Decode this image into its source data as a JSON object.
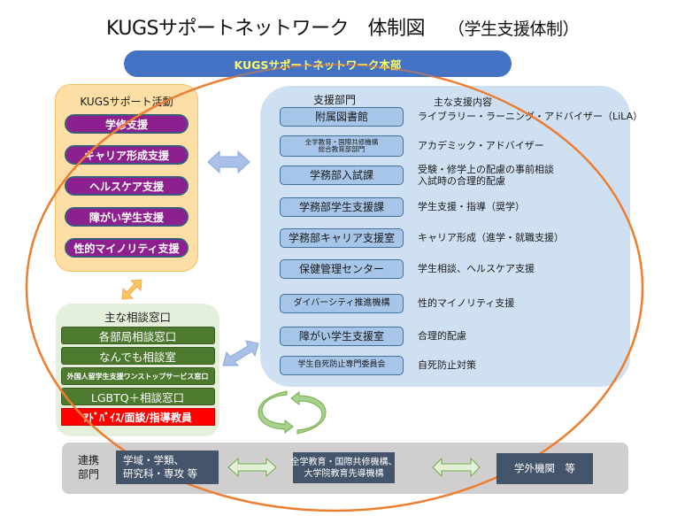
{
  "title": {
    "main": "KUGSサポートネットワーク　体制図",
    "sub": "（学生支援体制）"
  },
  "headquarters": "KUGSサポートネットワーク本部",
  "activities": {
    "header": "KUGSサポート活動",
    "items": [
      "学修支援",
      "キャリア形成支援",
      "ヘルスケア支援",
      "障がい学生支援",
      "性的マイノリティ支援"
    ]
  },
  "consultation": {
    "header": "主な相談窓口",
    "items": [
      "各部局相談窓口",
      "なんでも相談室",
      "外国人留学生支援ワンストップサービス窓口",
      "LGBTQ＋相談窓口"
    ],
    "highlight": "ｱﾄﾞﾊﾞｲｽ/面談/指導教員"
  },
  "departments": {
    "column_dept": "支援部門",
    "column_content": "主な支援内容",
    "rows": [
      {
        "dept": "附属図書館",
        "content": "ライブラリー・ラーニング・アドバイザー（LiLA）"
      },
      {
        "dept": "全学教育・国際共修機構\n総合教育部部門",
        "content": "アカデミック・アドバイザー"
      },
      {
        "dept": "学務部入試課",
        "content": "受験・修学上の配慮の事前相談\n入試時の合理的配慮"
      },
      {
        "dept": "学務部学生支援課",
        "content": "学生支援・指導（奨学）"
      },
      {
        "dept": "学務部キャリア支援室",
        "content": "キャリア形成（進学・就職支援）"
      },
      {
        "dept": "保健管理センター",
        "content": "学生相談、ヘルスケア支援"
      },
      {
        "dept": "ダイバーシティ推進機構",
        "content": "性的マイノリティ支援"
      },
      {
        "dept": "障がい学生支援室",
        "content": "合理的配慮"
      },
      {
        "dept": "学生自死防止専門委員会",
        "content": "自死防止対策"
      }
    ]
  },
  "collaboration": {
    "label": "連携\n部門",
    "nodes": [
      "学域・学類、\n研究科・専攻 等",
      "全学教育・国際共修機構、\n大学院教育先導機構",
      "学外機関　等"
    ]
  },
  "colors": {
    "hq": "#4472c4",
    "hq_text": "#ffff66",
    "activity_pill": "#8e1f8e",
    "consult_box": "#4e7a2f",
    "consult_highlight": "#ff0000",
    "dept_box": "#a6c5e8",
    "dept_panel": "#cfe0f2",
    "collab_node": "#44546a",
    "ellipse": "#ed7d31"
  },
  "icons": {
    "blue_double_arrow": "double-arrow",
    "orange_diag_arrow": "diagonal-double-arrow",
    "green_cycle": "cycle-arrows",
    "green_double_arrow": "double-arrow"
  }
}
